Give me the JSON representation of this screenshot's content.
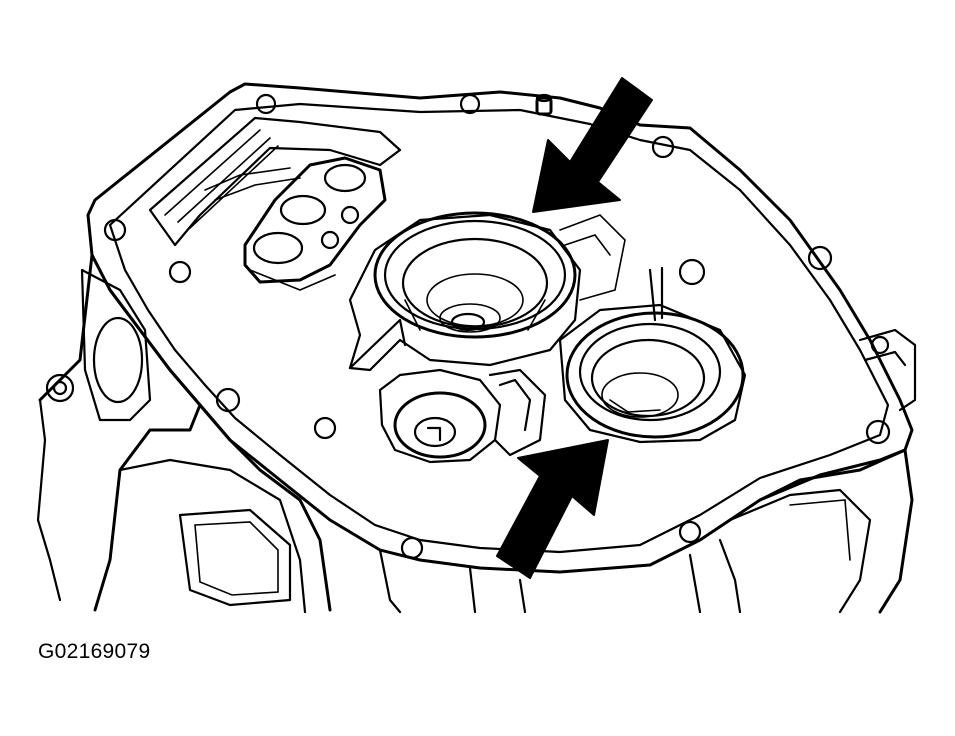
{
  "figure": {
    "code": "G02169079",
    "parts": {
      "housing": "transmission-housing",
      "bore_upper": "upper-bearing-bore",
      "bore_lower": "lower-bearing-bore",
      "arrow_upper": "arrow-pointing-upper-bore",
      "arrow_lower": "arrow-pointing-lower-bore"
    }
  },
  "colors": {
    "line": "#000000",
    "background": "#ffffff"
  }
}
